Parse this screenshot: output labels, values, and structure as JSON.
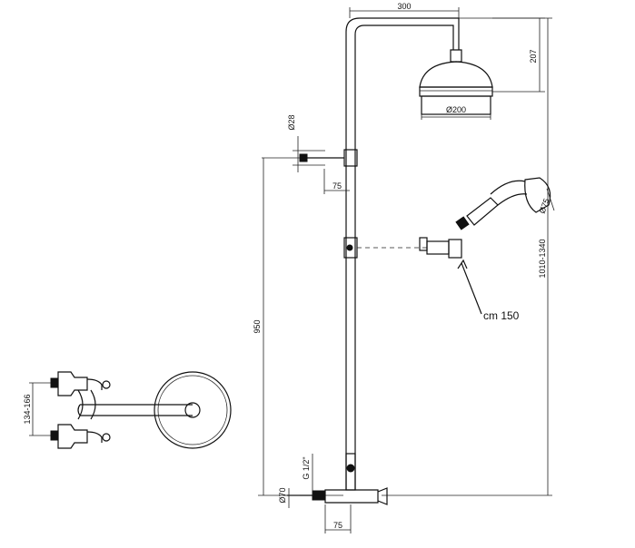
{
  "dimensions": {
    "arm_length": "300",
    "head_height": "207",
    "head_diameter": "Ø200",
    "inlet_diameter": "Ø28",
    "outlet_offset": "75",
    "hand_shower_diameter": "Ø75",
    "total_height": "1010-1340",
    "outlet_height": "950",
    "wall_spacing": "134-166",
    "thread_size": "G 1/2\"",
    "mixer_diameter": "Ø70",
    "mixer_offset": "75"
  },
  "notes": {
    "hose_length": "cm 150"
  }
}
